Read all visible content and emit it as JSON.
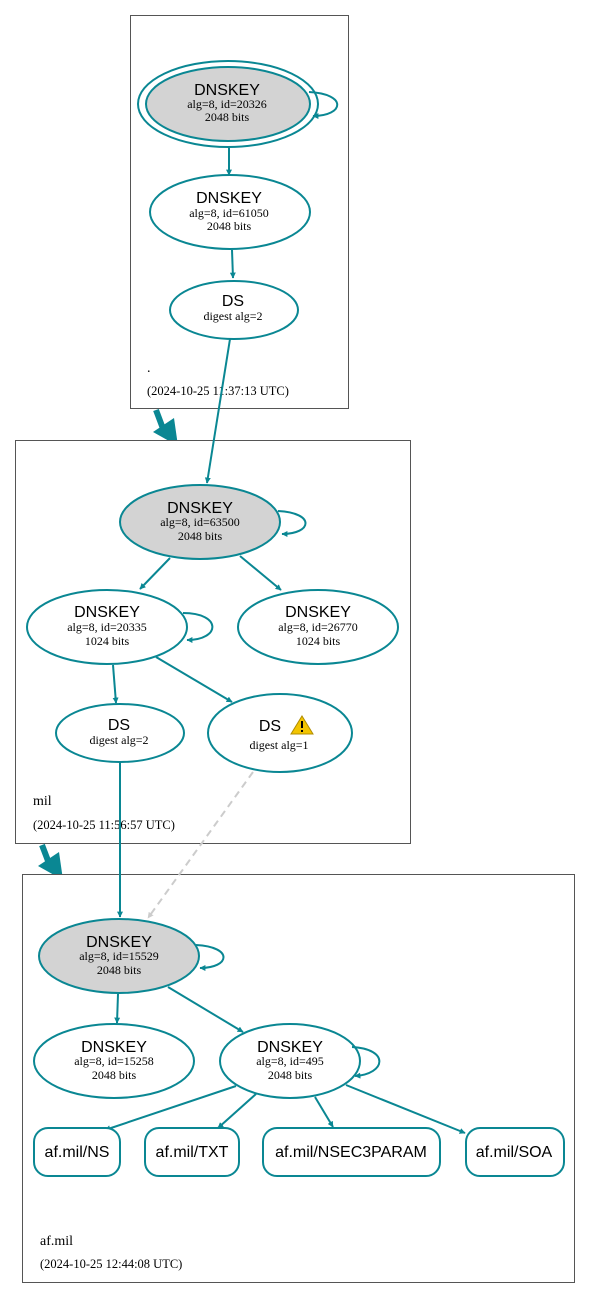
{
  "colors": {
    "edge": "#0a8793",
    "ksk_fill": "#d3d3d3",
    "node_fill": "#ffffff",
    "warning": "#f2c400",
    "insecure_edge": "#cccccc"
  },
  "zones": {
    "root": {
      "name": ".",
      "timestamp": "(2024-10-25 11:37:13 UTC)",
      "ksk": {
        "title": "DNSKEY",
        "detail": "alg=8, id=20326",
        "bits": "2048 bits"
      },
      "zsk": {
        "title": "DNSKEY",
        "detail": "alg=8, id=61050",
        "bits": "2048 bits"
      },
      "ds": {
        "title": "DS",
        "detail": "digest alg=2"
      }
    },
    "mil": {
      "name": "mil",
      "timestamp": "(2024-10-25 11:56:57 UTC)",
      "ksk": {
        "title": "DNSKEY",
        "detail": "alg=8, id=63500",
        "bits": "2048 bits"
      },
      "zsk1": {
        "title": "DNSKEY",
        "detail": "alg=8, id=20335",
        "bits": "1024 bits"
      },
      "zsk2": {
        "title": "DNSKEY",
        "detail": "alg=8, id=26770",
        "bits": "1024 bits"
      },
      "ds1": {
        "title": "DS",
        "detail": "digest alg=2"
      },
      "ds2": {
        "title": "DS",
        "detail": "digest alg=1",
        "icon": "warning-icon"
      }
    },
    "afmil": {
      "name": "af.mil",
      "timestamp": "(2024-10-25 12:44:08 UTC)",
      "ksk": {
        "title": "DNSKEY",
        "detail": "alg=8, id=15529",
        "bits": "2048 bits"
      },
      "key2": {
        "title": "DNSKEY",
        "detail": "alg=8, id=15258",
        "bits": "2048 bits"
      },
      "zsk": {
        "title": "DNSKEY",
        "detail": "alg=8, id=495",
        "bits": "2048 bits"
      },
      "rrsets": [
        "af.mil/NS",
        "af.mil/TXT",
        "af.mil/NSEC3PARAM",
        "af.mil/SOA"
      ]
    }
  }
}
